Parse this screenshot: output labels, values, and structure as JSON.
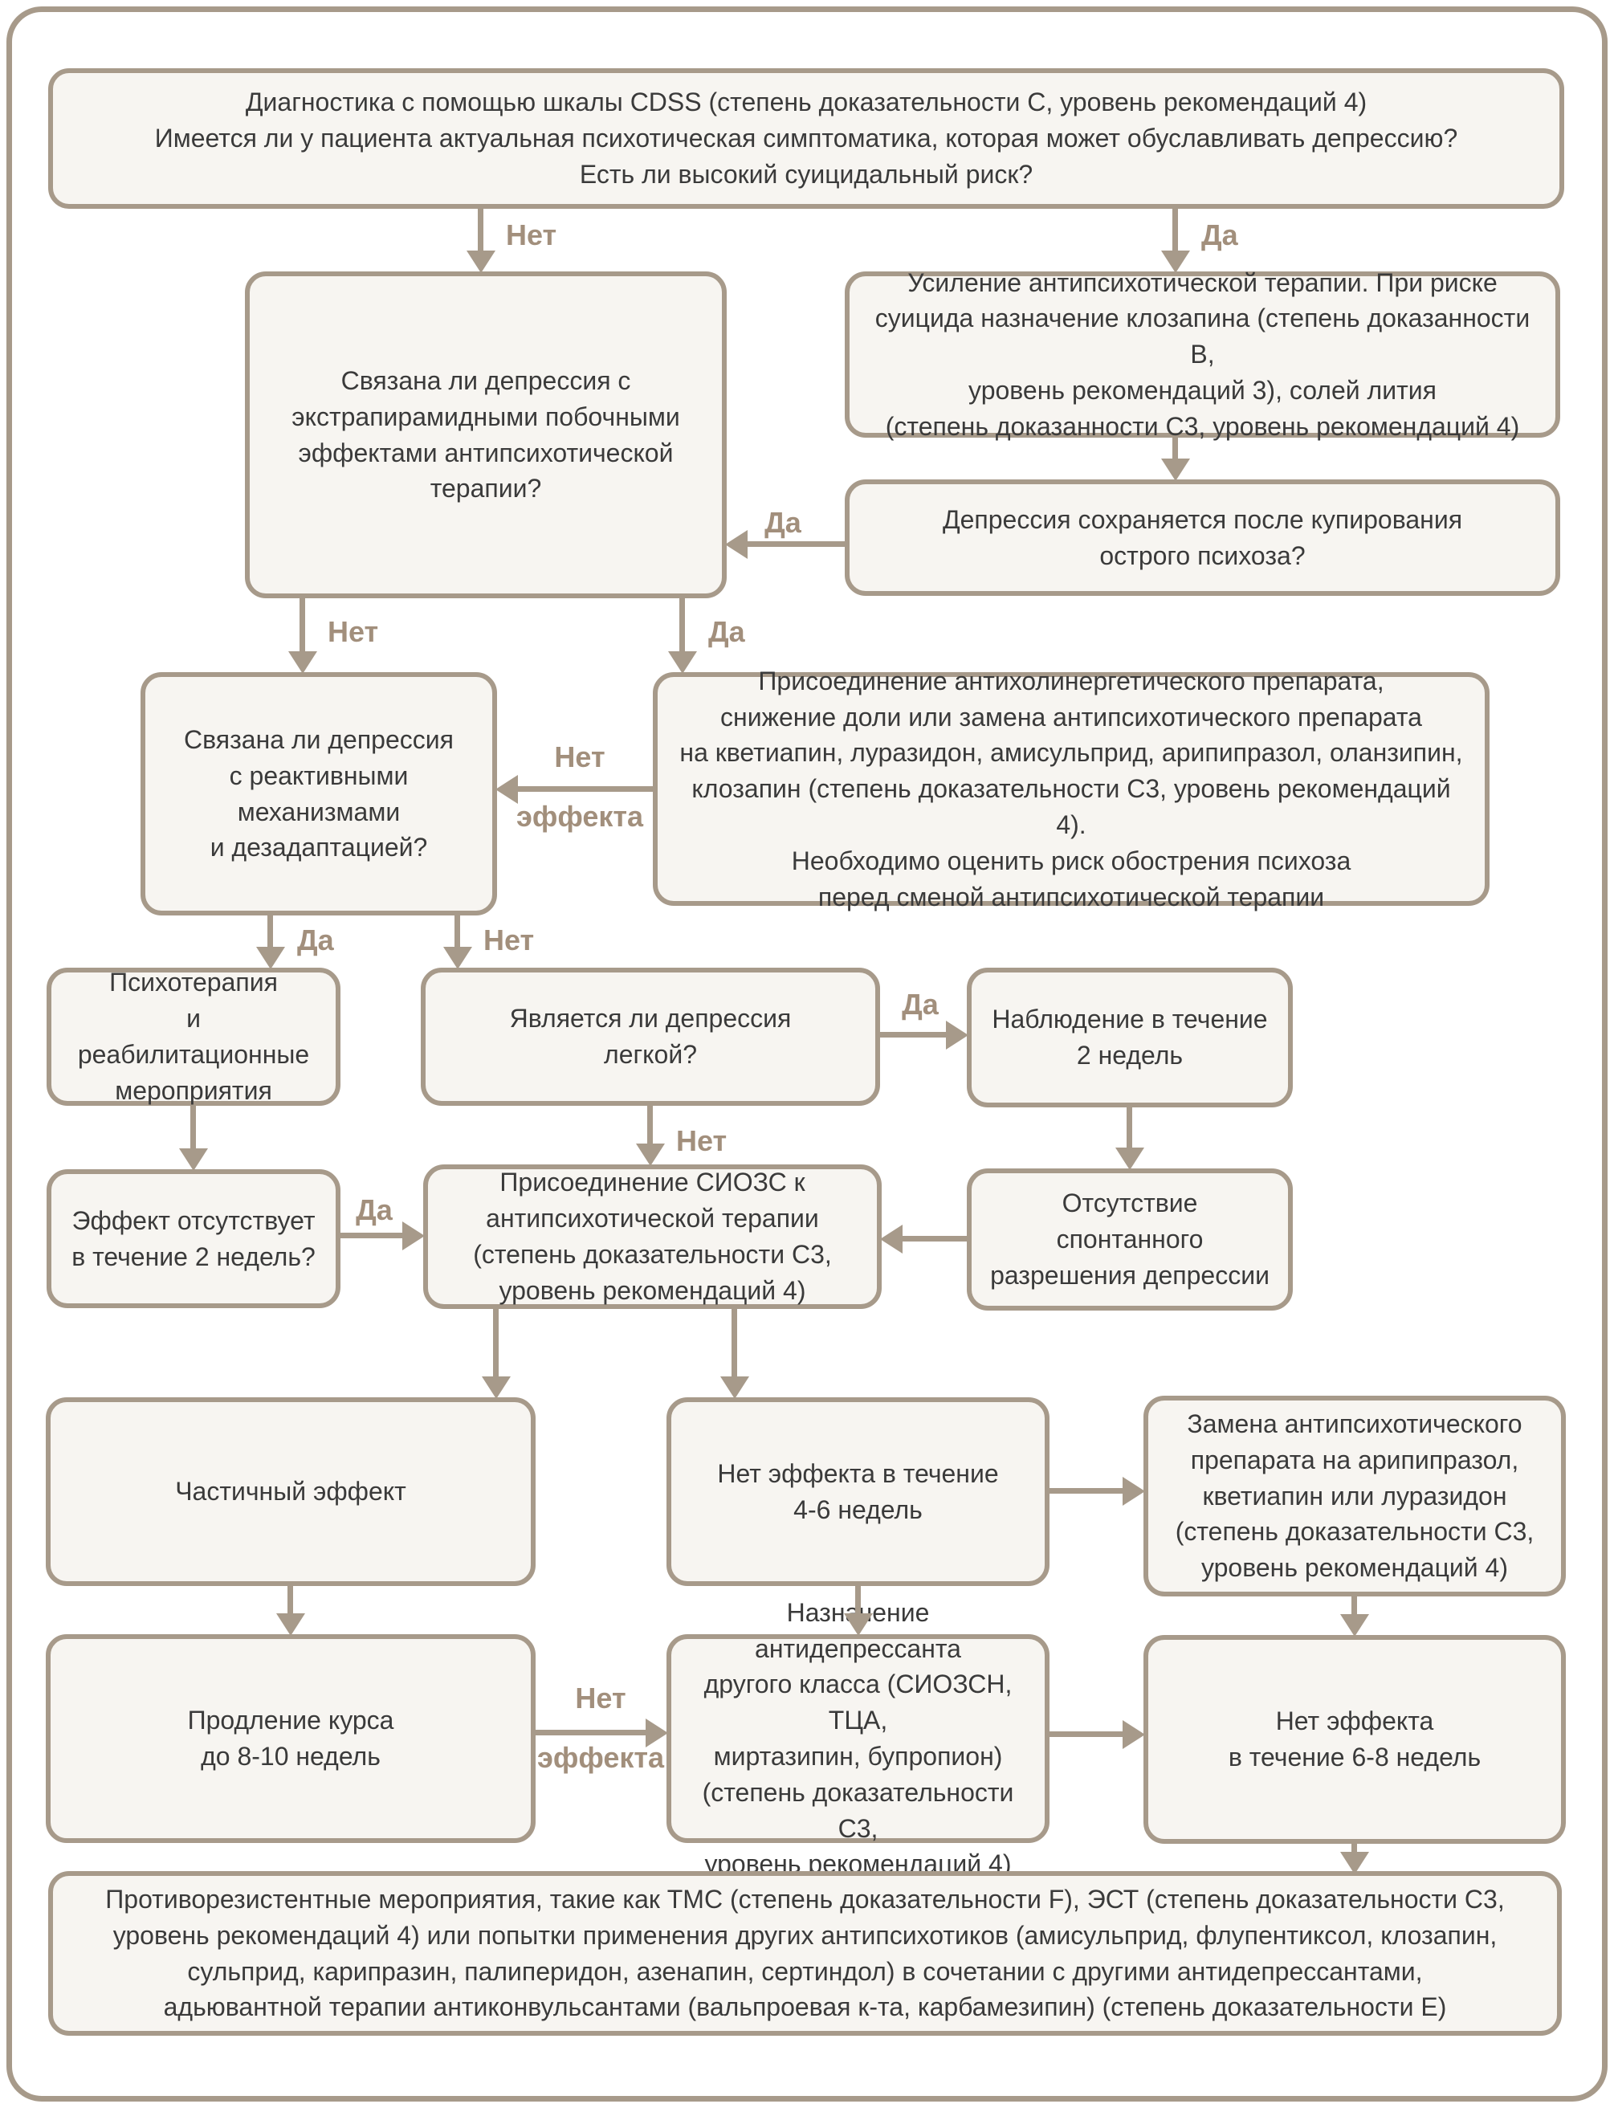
{
  "flowchart": {
    "colors": {
      "box_fill": "#f7f5f1",
      "box_border": "#a79a8a",
      "connector": "#a79a8a",
      "edge_label": "#a28f7c",
      "text": "#3a3a3a",
      "background": "#ffffff"
    },
    "boxes": {
      "diagnosis": "Диагностика с помощью шкалы CDSS (степень доказательности С, уровень рекомендаций 4)\nИмеется ли у пациента актуальная психотическая симптоматика, которая может обуславливать депрессию?\nЕсть ли высокий суицидальный риск?",
      "epse": "Связана ли депрессия с\nэкстрапирамидными побочными\nэффектами антипсихотической\nтерапии?",
      "intensify": "Усиление антипсихотической терапии. При риске\nсуицида назначение клозапина (степень доказанности В,\nуровень рекомендаций 3), солей лития\n(степень доказанности С3, уровень рекомендаций 4)",
      "persists": "Депрессия сохраняется после купирования\nострого психоза?",
      "reactive": "Связана ли депрессия\nс реактивными\nмеханизмами\nи дезадаптацией?",
      "anticholinergic": "Присоединение антихолинергетического препарата,\nснижение доли или замена антипсихотического препарата\nна кветиапин, луразидон, амисульприд, арипипразол, оланзипин,\nклозапин (степень доказательности С3, уровень рекомендаций 4).\nНеобходимо оценить риск обострения психоза\nперед сменой антипсихотической терапии",
      "psychotherapy": "Психотерапия\nи реабилитационные\nмероприятия",
      "mild": "Является ли депрессия\nлегкой?",
      "observation": "Наблюдение в течение\n2 недель",
      "no_effect_2w": "Эффект отсутствует\nв течение 2 недель?",
      "ssri": "Присоединение СИОЗС к\nантипсихотической терапии\n(степень доказательности С3,\nуровень рекомендаций 4)",
      "no_spontaneous": "Отсутствие спонтанного\nразрешения депрессии",
      "partial": "Частичный эффект",
      "no_effect_46": "Нет эффекта в течение\n4-6 недель",
      "switch_ap": "Замена антипсихотического\nпрепарата на арипипразол,\nкветиапин или луразидон\n(степень доказательности С3,\nуровень рекомендаций 4)",
      "extend": "Продление курса\nдо 8-10 недель",
      "other_ad": "Назначение антидепрессанта\nдругого класса (СИОЗСН, ТЦА,\nмиртазипин, бупропион)\n(степень доказательности С3,\nуровень рекомендаций 4)",
      "no_effect_68": "Нет эффекта\nв течение 6-8 недель",
      "resistant": "Противорезистентные мероприятия, такие как ТМС (степень доказательности F), ЭСТ (степень доказательности С3,\nуровень рекомендаций 4) или попытки применения других антипсихотиков (амисульприд, флупентиксол, клозапин,\nсульприд, карипразин, палиперидон, азенапин, сертиндол) в сочетании с другими антидепрессантами,\nадьювантной терапии антиконвульсантами (вальпроевая к-та, карбамезипин) (степень доказательности Е)"
    },
    "edges": {
      "diagnosis_no": "Нет",
      "diagnosis_yes": "Да",
      "persists_yes": "Да",
      "epse_no": "Нет",
      "epse_yes": "Да",
      "anticholinergic_no_effect_line1": "Нет",
      "anticholinergic_no_effect_line2": "эффекта",
      "reactive_yes": "Да",
      "reactive_no": "Нет",
      "mild_yes": "Да",
      "mild_no": "Нет",
      "no_effect_2w_yes": "Да",
      "extend_no_effect_line1": "Нет",
      "extend_no_effect_line2": "эффекта"
    }
  }
}
